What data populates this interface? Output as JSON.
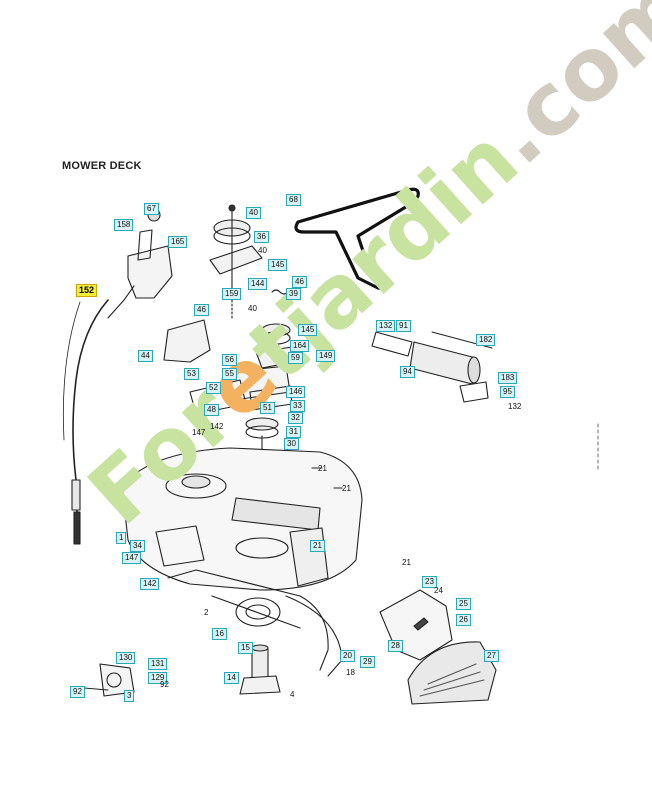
{
  "title": "MOWER DECK",
  "highlighted_part": "152",
  "watermark": {
    "letters_green": "For",
    "letter_orange": "e",
    "letters_green2": "tjardin",
    "suffix": ".com",
    "colors": {
      "green": "#c8e3a0",
      "orange": "#f4b260",
      "grey": "#d2cbc0"
    }
  },
  "callouts": [
    {
      "id": "c67",
      "label": "67"
    },
    {
      "id": "c158",
      "label": "158"
    },
    {
      "id": "c165",
      "label": "165"
    },
    {
      "id": "c40a",
      "label": "40"
    },
    {
      "id": "c36",
      "label": "36"
    },
    {
      "id": "c145a",
      "label": "145"
    },
    {
      "id": "c144",
      "label": "144"
    },
    {
      "id": "c159",
      "label": "159"
    },
    {
      "id": "c68",
      "label": "68"
    },
    {
      "id": "c46a",
      "label": "46"
    },
    {
      "id": "c39",
      "label": "39"
    },
    {
      "id": "c46b",
      "label": "46"
    },
    {
      "id": "c145b",
      "label": "145"
    },
    {
      "id": "c164",
      "label": "164"
    },
    {
      "id": "c56",
      "label": "56"
    },
    {
      "id": "c59",
      "label": "59"
    },
    {
      "id": "c149",
      "label": "149"
    },
    {
      "id": "c53",
      "label": "53"
    },
    {
      "id": "c55",
      "label": "55"
    },
    {
      "id": "c52",
      "label": "52"
    },
    {
      "id": "c146",
      "label": "146"
    },
    {
      "id": "c44",
      "label": "44"
    },
    {
      "id": "c48",
      "label": "48"
    },
    {
      "id": "c51",
      "label": "51"
    },
    {
      "id": "c33",
      "label": "33"
    },
    {
      "id": "c32",
      "label": "32"
    },
    {
      "id": "c31",
      "label": "31"
    },
    {
      "id": "c30",
      "label": "30"
    },
    {
      "id": "c132a",
      "label": "132"
    },
    {
      "id": "c91",
      "label": "91"
    },
    {
      "id": "c182",
      "label": "182"
    },
    {
      "id": "c94",
      "label": "94"
    },
    {
      "id": "c183",
      "label": "183"
    },
    {
      "id": "c95",
      "label": "95"
    },
    {
      "id": "c34",
      "label": "34"
    },
    {
      "id": "c147b",
      "label": "147"
    },
    {
      "id": "c1",
      "label": "1"
    },
    {
      "id": "c142b",
      "label": "142"
    },
    {
      "id": "c16",
      "label": "16"
    },
    {
      "id": "c23",
      "label": "23"
    },
    {
      "id": "c25",
      "label": "25"
    },
    {
      "id": "c26",
      "label": "26"
    },
    {
      "id": "c28",
      "label": "28"
    },
    {
      "id": "c27",
      "label": "27"
    },
    {
      "id": "c29",
      "label": "29"
    },
    {
      "id": "c20",
      "label": "20"
    },
    {
      "id": "c15",
      "label": "15"
    },
    {
      "id": "c14",
      "label": "14"
    },
    {
      "id": "c130",
      "label": "130"
    },
    {
      "id": "c131",
      "label": "131"
    },
    {
      "id": "c129",
      "label": "129"
    },
    {
      "id": "c92",
      "label": "92"
    },
    {
      "id": "c3",
      "label": "3"
    },
    {
      "id": "c21c",
      "label": "21"
    }
  ],
  "plain_labels": [
    {
      "id": "p40b",
      "label": "40"
    },
    {
      "id": "p40c",
      "label": "40"
    },
    {
      "id": "p142a",
      "label": "142"
    },
    {
      "id": "p147a",
      "label": "147"
    },
    {
      "id": "p21a",
      "label": "21"
    },
    {
      "id": "p21b",
      "label": "21"
    },
    {
      "id": "p132b",
      "label": "132"
    },
    {
      "id": "p2",
      "label": "2"
    },
    {
      "id": "p21d",
      "label": "21"
    },
    {
      "id": "p24",
      "label": "24"
    },
    {
      "id": "p92b",
      "label": "92"
    },
    {
      "id": "p18",
      "label": "18"
    },
    {
      "id": "p4",
      "label": "4"
    }
  ]
}
